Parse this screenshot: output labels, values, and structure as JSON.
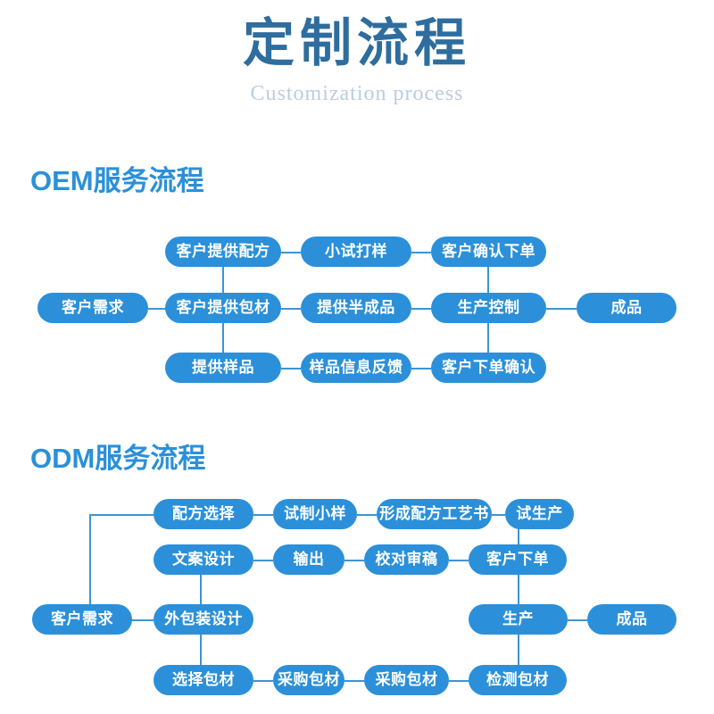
{
  "header": {
    "title": "定制流程",
    "subtitle": "Customization process"
  },
  "colors": {
    "node_blue": "#2b90d9",
    "connector_blue": "#3d94d4",
    "title_blue": "#2e6d9e",
    "subtitle_blue": "#b9cde2",
    "heading_blue": "#2b90d9",
    "node_text": "#ffffff",
    "background": "#ffffff"
  },
  "oem": {
    "heading": "OEM服务流程",
    "nodes": {
      "r1c2": "客户提供配方",
      "r1c3": "小试打样",
      "r1c4": "客户确认下单",
      "r2c1": "客户需求",
      "r2c2": "客户提供包材",
      "r2c3": "提供半成品",
      "r2c4": "生产控制",
      "r2c5": "成品",
      "r3c2": "提供样品",
      "r3c3": "样品信息反馈",
      "r3c4": "客户下单确认"
    }
  },
  "odm": {
    "heading": "ODM服务流程",
    "nodes": {
      "r1c2": "配方选择",
      "r1c3": "试制小样",
      "r1c4": "形成配方工艺书",
      "r1c5": "试生产",
      "r2c2": "文案设计",
      "r2c3": "输出",
      "r2c4": "校对审稿",
      "r2c5": "客户下单",
      "r3c1": "客户需求",
      "r3c2": "外包装设计",
      "r3c5": "生产",
      "r3c6": "成品",
      "r4c2": "选择包材",
      "r4c3": "采购包材",
      "r4c4": "采购包材",
      "r4c5": "检测包材"
    }
  }
}
